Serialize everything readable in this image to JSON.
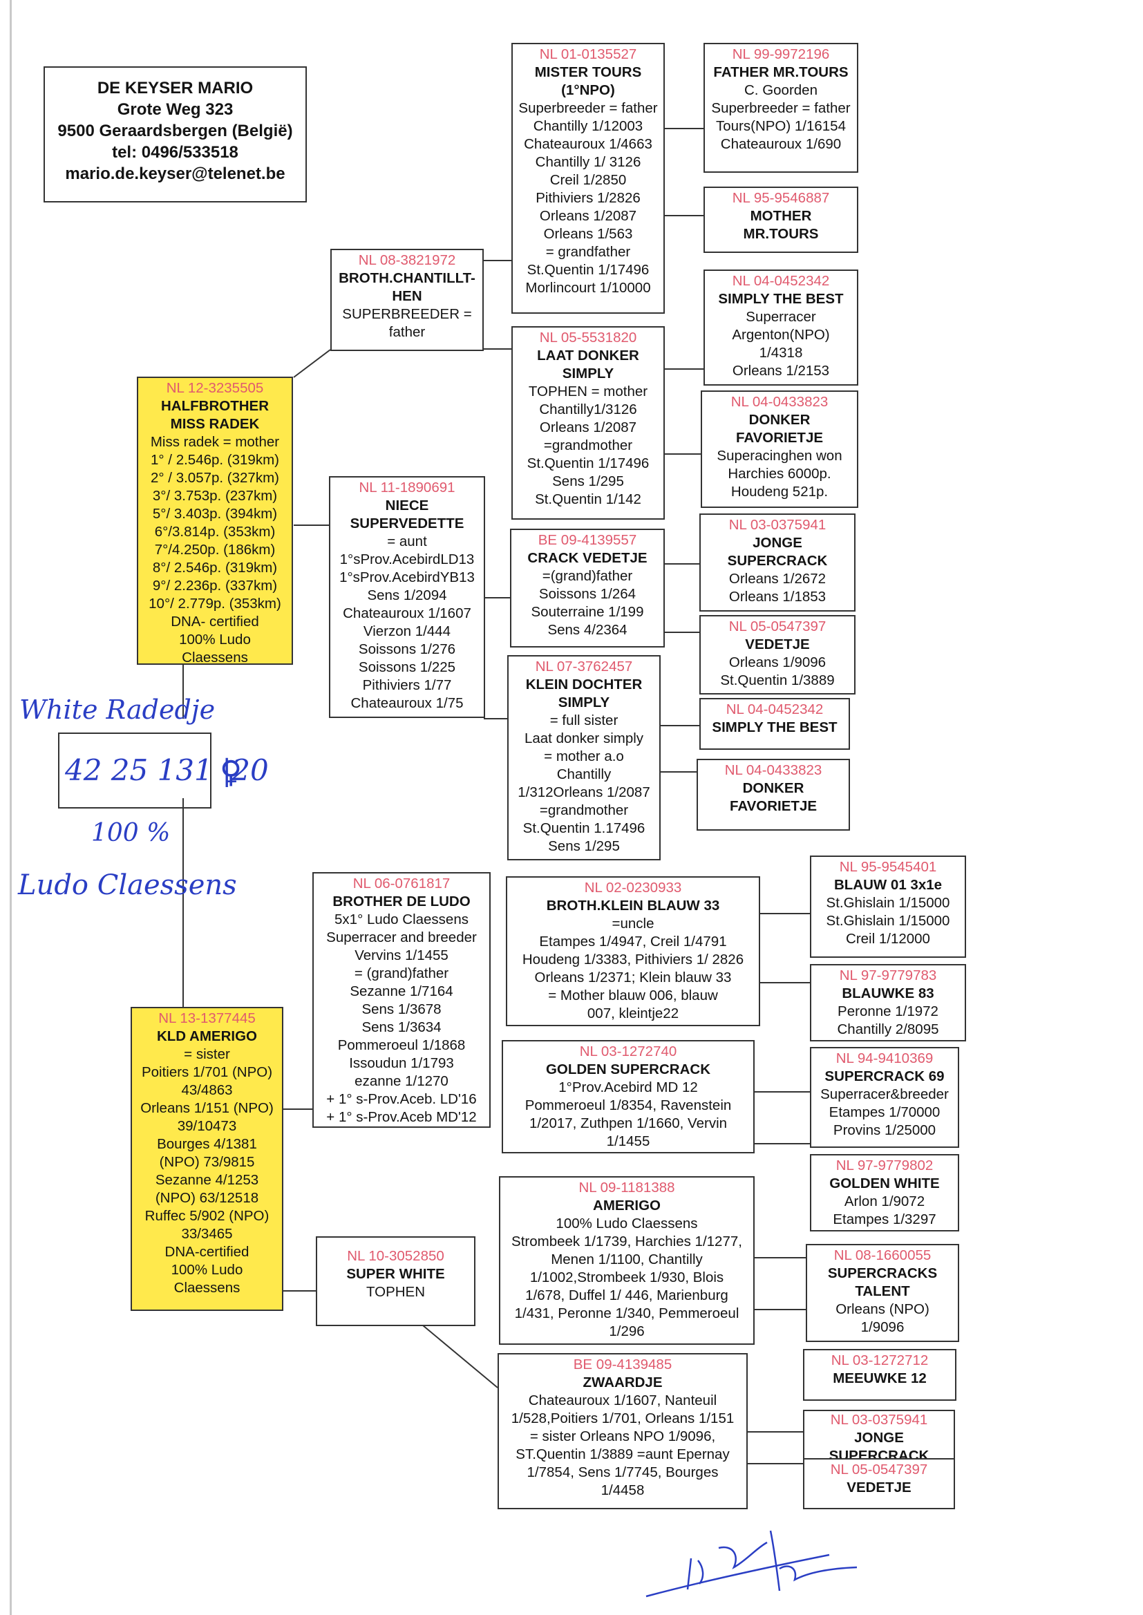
{
  "header": {
    "lines": [
      "DE KEYSER MARIO",
      "Grote Weg 323",
      "9500 Geraardsbergen (België)",
      "tel: 0496/533518",
      "mario.de.keyser@telenet.be"
    ]
  },
  "handwriting": {
    "name": "White Radedje",
    "ring": "42 25 131 |20",
    "sex_symbol": "♀",
    "percent": "100 %",
    "breeder": "Ludo Claessens"
  },
  "pigeons": {
    "halfbrother": {
      "ring": "NL 12-3235505",
      "name": [
        "HALFBROTHER",
        "MISS RADEK"
      ],
      "details": [
        "Miss radek = mother",
        "1° / 2.546p. (319km)",
        "2° / 3.057p. (327km)",
        "3°/ 3.753p. (237km)",
        "5°/ 3.403p. (394km)",
        "6°/3.814p. (353km)",
        "7°/4.250p. (186km)",
        "8°/ 2.546p. (319km)",
        "9°/ 2.236p. (337km)",
        "10°/ 2.779p. (353km)",
        "DNA- certified",
        "100% Ludo",
        "Claessens"
      ]
    },
    "chantillt": {
      "ring": "NL 08-3821972",
      "name": [
        "BROTH.CHANTILLT-",
        "HEN"
      ],
      "details": [
        "SUPERBREEDER =",
        "father"
      ]
    },
    "mistertours": {
      "ring": "NL 01-0135527",
      "name": [
        "MISTER TOURS",
        "(1°NPO)"
      ],
      "details": [
        "Superbreeder = father",
        "Chantilly 1/12003",
        "Chateauroux 1/4663",
        "Chantilly 1/ 3126",
        "Creil 1/2850",
        "Pithiviers 1/2826",
        "Orleans 1/2087",
        "Orleans 1/563",
        "= grandfather",
        "St.Quentin 1/17496",
        "Morlincourt 1/10000"
      ]
    },
    "fathermrtours": {
      "ring": "NL 99-9972196",
      "name": [
        "FATHER MR.TOURS"
      ],
      "details": [
        "C. Goorden",
        "Superbreeder = father",
        "Tours(NPO) 1/16154",
        "Chateauroux 1/690"
      ]
    },
    "mothermrtours": {
      "ring": "NL 95-9546887",
      "name": [
        "MOTHER",
        "MR.TOURS"
      ],
      "details": []
    },
    "simplythebest1": {
      "ring": "NL 04-0452342",
      "name": [
        "SIMPLY THE BEST"
      ],
      "details": [
        "Superracer",
        "Argenton(NPO)",
        "1/4318",
        "Orleans 1/2153"
      ]
    },
    "laatdonker": {
      "ring": "NL 05-5531820",
      "name": [
        "LAAT DONKER",
        "SIMPLY"
      ],
      "details": [
        "TOPHEN = mother",
        "Chantilly1/3126",
        "Orleans 1/2087",
        "=grandmother",
        "St.Quentin 1/17496",
        "Sens 1/295",
        "St.Quentin 1/142"
      ]
    },
    "donkerfav1": {
      "ring": "NL 04-0433823",
      "name": [
        "DONKER",
        "FAVORIETJE"
      ],
      "details": [
        "Superacinghen won",
        "Harchies 6000p.",
        "Houdeng 521p."
      ]
    },
    "niece": {
      "ring": "NL 11-1890691",
      "name": [
        "NIECE",
        "SUPERVEDETTE"
      ],
      "details": [
        "= aunt",
        "1°sProv.AcebirdLD13",
        "1°sProv.AcebirdYB13",
        "Sens 1/2094",
        "Chateauroux 1/1607",
        "Vierzon 1/444",
        "Soissons 1/276",
        "Soissons 1/225",
        "Pithiviers 1/77",
        "Chateauroux 1/75"
      ]
    },
    "crackvedetje": {
      "ring": "BE 09-4139557",
      "name": [
        "CRACK VEDETJE"
      ],
      "details": [
        "=(grand)father",
        "Soissons 1/264",
        "Souterraine 1/199",
        "Sens 4/2364"
      ]
    },
    "jongesupercrack1": {
      "ring": "NL 03-0375941",
      "name": [
        "JONGE",
        "SUPERCRACK"
      ],
      "details": [
        "Orleans 1/2672",
        "Orleans 1/1853"
      ]
    },
    "vedetje1": {
      "ring": "NL 05-0547397",
      "name": [
        "VEDETJE"
      ],
      "details": [
        "Orleans 1/9096",
        "St.Quentin 1/3889"
      ]
    },
    "kleindochter": {
      "ring": "NL 07-3762457",
      "name": [
        "KLEIN DOCHTER",
        "SIMPLY"
      ],
      "details": [
        "= full sister",
        "Laat donker simply",
        "= mother a.o",
        "Chantilly",
        "1/312Orleans 1/2087",
        "=grandmother",
        "St.Quentin 1.17496",
        "Sens 1/295"
      ]
    },
    "simplythebest2": {
      "ring": "NL 04-0452342",
      "name": [
        "SIMPLY THE BEST"
      ],
      "details": []
    },
    "donkerfav2": {
      "ring": "NL 04-0433823",
      "name": [
        "DONKER",
        "FAVORIETJE"
      ],
      "details": []
    },
    "kldamerigo": {
      "ring": "NL 13-1377445",
      "name": [
        "KLD AMERIGO"
      ],
      "details": [
        "= sister",
        "Poitiers 1/701 (NPO)",
        "43/4863",
        "Orleans 1/151 (NPO)",
        "39/10473",
        "Bourges 4/1381",
        "(NPO) 73/9815",
        "Sezanne 4/1253",
        "(NPO) 63/12518",
        "Ruffec 5/902 (NPO)",
        "33/3465",
        "DNA-certified",
        "100% Ludo",
        "Claessens"
      ]
    },
    "brotherludo": {
      "ring": "NL 06-0761817",
      "name": [
        "BROTHER DE LUDO"
      ],
      "details": [
        "5x1° Ludo Claessens",
        "Superracer and breeder",
        "Vervins 1/1455",
        "= (grand)father",
        "Sezanne 1/7164",
        "Sens 1/3678",
        "Sens 1/3634",
        "Pommeroeul 1/1868",
        "Issoudun 1/1793",
        "ezanne 1/1270",
        "+ 1° s-Prov.Aceb. LD'16",
        "+ 1° s-Prov.Aceb MD'12"
      ]
    },
    "brothkleinblauw": {
      "ring": "NL 02-0230933",
      "name": [
        "BROTH.KLEIN BLAUW 33"
      ],
      "details": [
        "=uncle",
        "Etampes 1/4947, Creil 1/4791",
        "Houdeng 1/3383, Pithiviers 1/ 2826",
        "Orleans 1/2371; Klein blauw 33",
        "= Mother blauw 006, blauw",
        "007, kleintje22"
      ]
    },
    "blauw01": {
      "ring": "NL 95-9545401",
      "name": [
        "BLAUW 01 3x1e"
      ],
      "details": [
        "St.Ghislain 1/15000",
        "St.Ghislain 1/15000",
        "Creil 1/12000"
      ]
    },
    "blauwke83": {
      "ring": "NL 97-9779783",
      "name": [
        "BLAUWKE 83"
      ],
      "details": [
        "Peronne 1/1972",
        "Chantilly 2/8095"
      ]
    },
    "goldensupercrack": {
      "ring": "NL 03-1272740",
      "name": [
        "GOLDEN SUPERCRACK"
      ],
      "details": [
        "1°Prov.Acebird MD 12",
        "Pommeroeul 1/8354, Ravenstein",
        "1/2017, Zuthpen 1/1660, Vervin",
        "1/1455"
      ]
    },
    "supercrack69": {
      "ring": "NL 94-9410369",
      "name": [
        "SUPERCRACK 69"
      ],
      "details": [
        "Superracer&breeder",
        "Etampes 1/70000",
        "Provins 1/25000"
      ]
    },
    "goldenwhite": {
      "ring": "NL 97-9779802",
      "name": [
        "GOLDEN WHITE"
      ],
      "details": [
        "Arlon 1/9072",
        "Etampes 1/3297"
      ]
    },
    "superwhite": {
      "ring": "NL 10-3052850",
      "name": [
        "SUPER WHITE"
      ],
      "details": [
        "TOPHEN"
      ]
    },
    "amerigo": {
      "ring": "NL 09-1181388",
      "name": [
        "AMERIGO"
      ],
      "details": [
        "100% Ludo Claessens",
        "Strombeek 1/1739, Harchies 1/1277,",
        "Menen 1/1100, Chantilly",
        "1/1002,Strombeek 1/930, Blois",
        "1/678, Duffel 1/ 446, Marienburg",
        "1/431, Peronne 1/340, Pemmeroeul",
        "1/296"
      ]
    },
    "supercrackstalent": {
      "ring": "NL 08-1660055",
      "name": [
        "SUPERCRACKS",
        "TALENT"
      ],
      "details": [
        "Orleans (NPO)",
        "1/9096"
      ]
    },
    "zwaardje": {
      "ring": "BE 09-4139485",
      "name": [
        "ZWAARDJE"
      ],
      "details": [
        "Chateauroux 1/1607, Nanteuil",
        "1/528,Poitiers 1/701, Orleans 1/151",
        "= sister Orleans NPO 1/9096,",
        "ST.Quentin 1/3889 =aunt Epernay",
        "1/7854, Sens 1/7745, Bourges",
        "1/4458"
      ]
    },
    "meeuwke12": {
      "ring": "NL 03-1272712",
      "name": [
        "MEEUWKE 12"
      ],
      "details": []
    },
    "jongesupercrack2": {
      "ring": "NL 03-0375941",
      "name": [
        "JONGE",
        "SUPERCRACK"
      ],
      "details": []
    },
    "vedetje2": {
      "ring": "NL 05-0547397",
      "name": [
        "VEDETJE"
      ],
      "details": []
    }
  },
  "colors": {
    "ring": "#e05a6e",
    "highlight": "#ffe94c",
    "ink": "#2a3ec4"
  }
}
